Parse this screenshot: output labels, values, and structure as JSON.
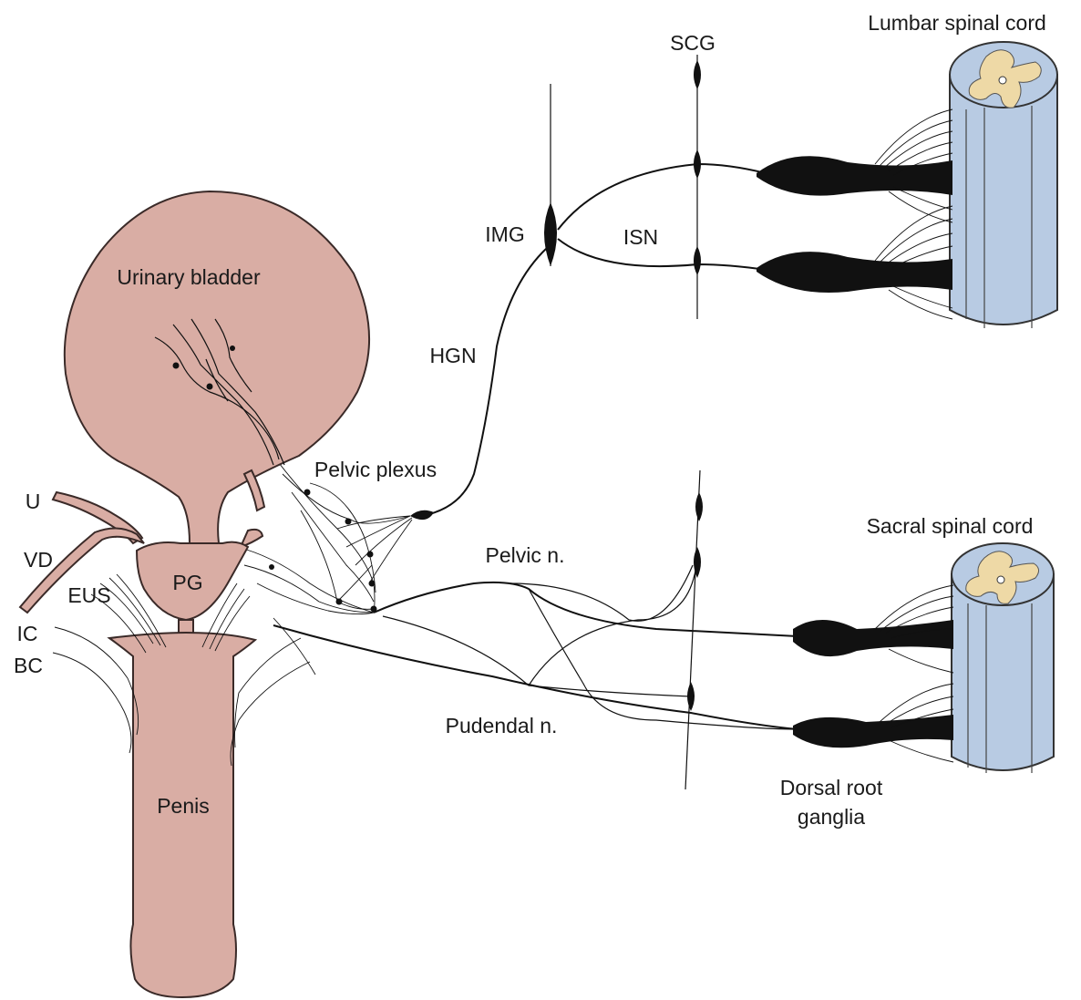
{
  "labels": {
    "lumbar_cord": "Lumbar spinal cord",
    "sacral_cord": "Sacral spinal cord",
    "scg": "SCG",
    "img": "IMG",
    "isn": "ISN",
    "hgn": "HGN",
    "pelvic_plexus": "Pelvic plexus",
    "pelvic_n": "Pelvic n.",
    "pudendal_n": "Pudendal n.",
    "drg_line1": "Dorsal root",
    "drg_line2": "ganglia",
    "urinary_bladder": "Urinary bladder",
    "pg": "PG",
    "penis": "Penis",
    "u": "U",
    "vd": "VD",
    "eus": "EUS",
    "ic": "IC",
    "bc": "BC"
  },
  "colors": {
    "organ_fill": "#d9ada4",
    "cord_fill": "#b8cbe3",
    "gray_matter": "#eed9a6",
    "nerve": "#111111"
  }
}
